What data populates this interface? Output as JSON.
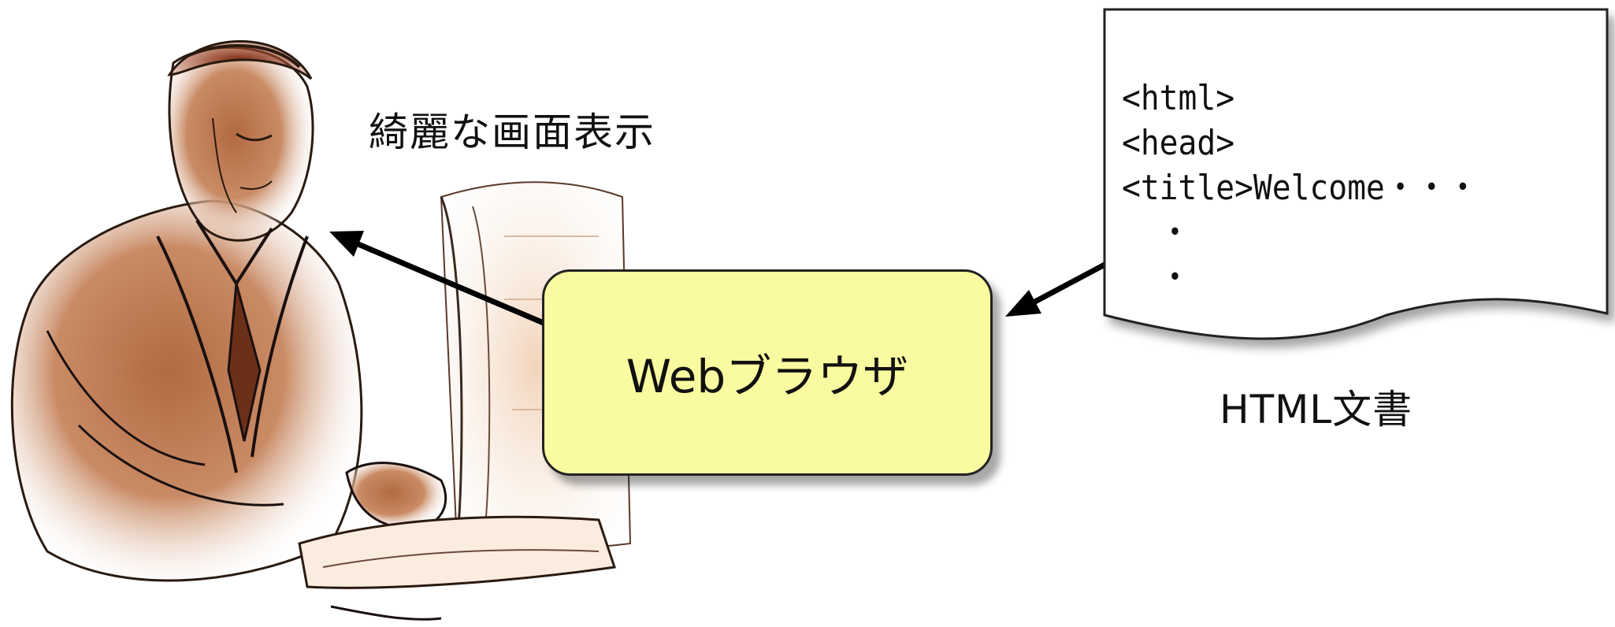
{
  "captions": {
    "display": "綺麗な画面表示",
    "html_document": "HTML文書"
  },
  "browser": {
    "label": "Webブラウザ",
    "fill": "#fafaa0"
  },
  "code": {
    "lines": [
      "<html>",
      "<head>",
      "<title>Welcome・・・",
      "  ・",
      "  ・"
    ]
  },
  "illustration": {
    "person": "man-at-computer-clipart",
    "skin_color": "#b9714a",
    "monitor_color": "#f3dcc6"
  }
}
